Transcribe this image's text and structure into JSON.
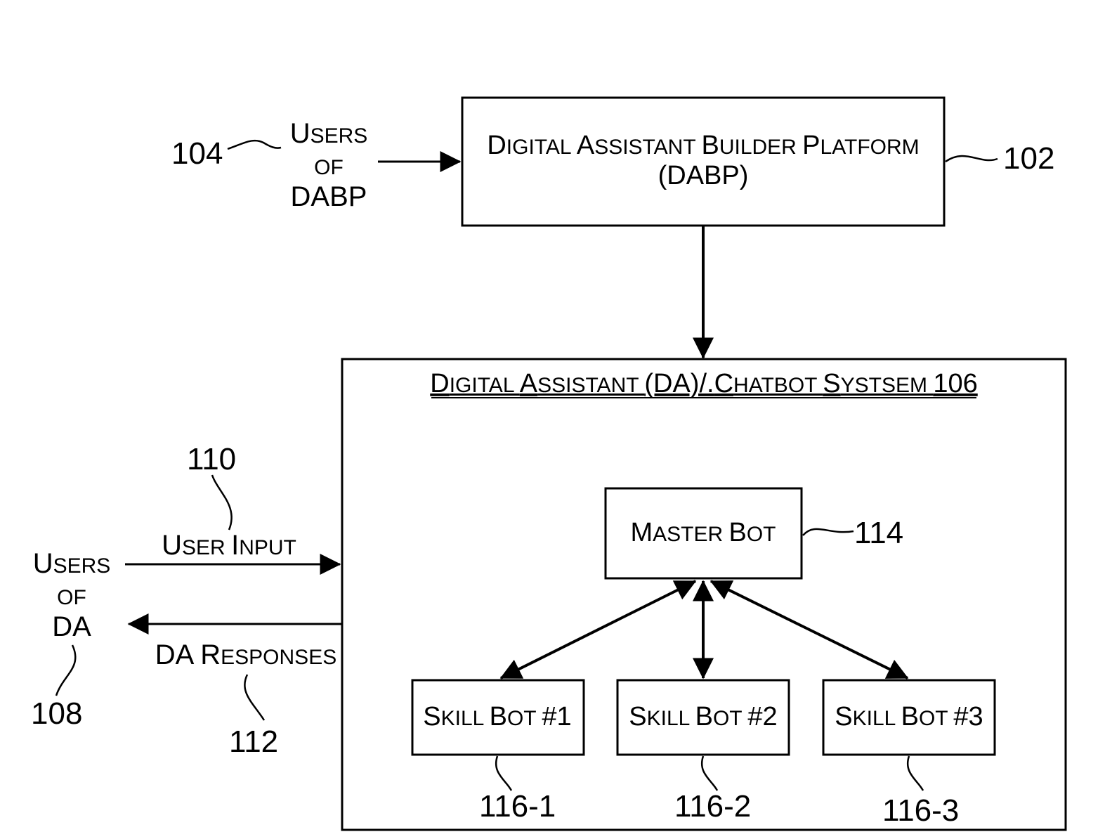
{
  "dabp": {
    "title_initials": [
      "D",
      "A",
      "B",
      "P"
    ],
    "title_rest": [
      "IGITAL ",
      "SSISTANT ",
      "UILDER ",
      "LATFORM"
    ],
    "subtitle": "(DABP)",
    "ref": "102"
  },
  "dabp_users": {
    "line1_initial": "U",
    "line1_rest": "SERS",
    "line2": "OF",
    "line3": "DABP",
    "ref": "104"
  },
  "da_system": {
    "title": "DIGITAL ASSISTANT (DA)/.CHATBOT SYSTSEM 106",
    "title_d": "D",
    "title_igital": "IGITAL ",
    "title_a": "A",
    "title_ssistant": "SSISTANT ",
    "title_da": "(DA)/.",
    "title_c": "C",
    "title_hatbot": "HATBOT ",
    "title_s": "S",
    "title_ystsem": "YSTSEM ",
    "title_num": "106"
  },
  "master_bot": {
    "initial1": "M",
    "rest1": "ASTER ",
    "initial2": "B",
    "rest2": "OT",
    "ref": "114"
  },
  "skill_bots": [
    {
      "s": "S",
      "kill": "KILL ",
      "b": "B",
      "ot": "OT ",
      "num": "#1",
      "ref": "116-1"
    },
    {
      "s": "S",
      "kill": "KILL ",
      "b": "B",
      "ot": "OT ",
      "num": "#2",
      "ref": "116-2"
    },
    {
      "s": "S",
      "kill": "KILL ",
      "b": "B",
      "ot": "OT ",
      "num": "#3",
      "ref": "116-3"
    }
  ],
  "da_users": {
    "line1_initial": "U",
    "line1_rest": "SERS",
    "line2": "OF",
    "line3": "DA",
    "ref": "108"
  },
  "user_input": {
    "initial1": "U",
    "rest1": "SER ",
    "initial2": "I",
    "rest2": "NPUT",
    "ref": "110"
  },
  "da_responses": {
    "prefix": "DA ",
    "initial": "R",
    "rest": "ESPONSES",
    "ref": "112"
  },
  "colors": {
    "ink": "#000000",
    "background": "#ffffff"
  }
}
